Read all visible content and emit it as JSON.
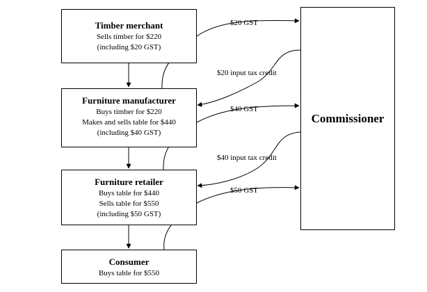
{
  "boxes": {
    "timber": {
      "title": "Timber merchant",
      "lines": [
        "Sells timber for $220",
        "(including $20 GST)"
      ]
    },
    "manufacturer": {
      "title": "Furniture manufacturer",
      "lines": [
        "Buys timber for $220",
        "Makes and sells table for $440",
        "(including $40 GST)"
      ]
    },
    "retailer": {
      "title": "Furniture retailer",
      "lines": [
        "Buys table for $440",
        "Sells table for $550",
        "(including $50 GST)"
      ]
    },
    "consumer": {
      "title": "Consumer",
      "lines": [
        "Buys table for $550"
      ]
    },
    "commissioner": {
      "title": "Commissioner"
    }
  },
  "flows": {
    "gst_20": "$20 GST",
    "credit_20": "$20 input tax credit",
    "gst_40": "$40 GST",
    "credit_40": "$40 input tax credit",
    "gst_50": "$50 GST"
  }
}
